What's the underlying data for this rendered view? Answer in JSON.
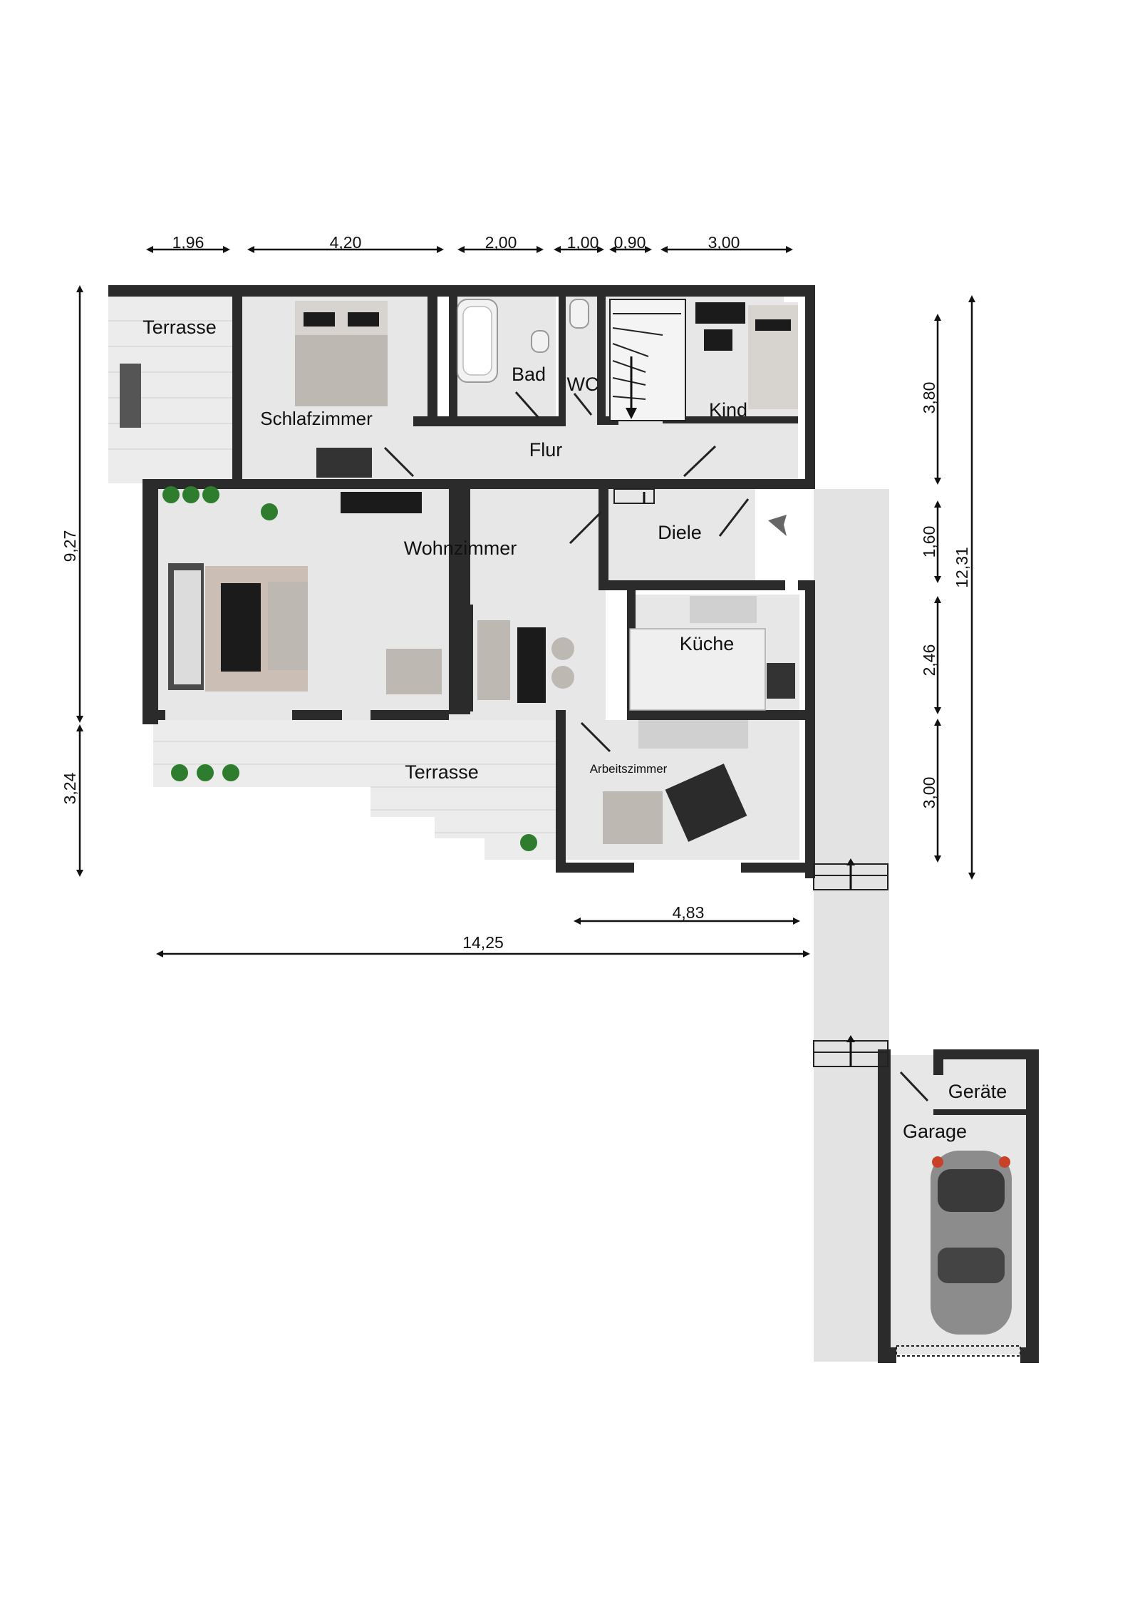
{
  "rooms": {
    "terrasse_top": "Terrasse",
    "schlafzimmer": "Schlafzimmer",
    "bad": "Bad",
    "wc": "WC",
    "kind": "Kind",
    "flur": "Flur",
    "wohnzimmer": "Wohnzimmer",
    "diele": "Diele",
    "kueche": "Küche",
    "terrasse_bottom": "Terrasse",
    "arbeitszimmer": "Arbeitszimmer",
    "geraete": "Geräte",
    "garage": "Garage"
  },
  "dimensions": {
    "top": [
      "1,96",
      "4,20",
      "2,00",
      "1,00",
      "0,90",
      "3,00"
    ],
    "left": [
      "9,27",
      "3,24"
    ],
    "right_inner": [
      "3,80",
      "1,60",
      "2,46",
      "3,00"
    ],
    "right_total": "12,31",
    "bottom_short": "4,83",
    "bottom_total": "14,25"
  },
  "colors": {
    "wall": "#2b2b2b",
    "floor": "#e7e7e7",
    "driveway": "#e3e3e3"
  },
  "icons": [
    "entrance-arrow-icon",
    "door-swing-icon",
    "stair-icon",
    "plant-icon",
    "car-icon"
  ]
}
